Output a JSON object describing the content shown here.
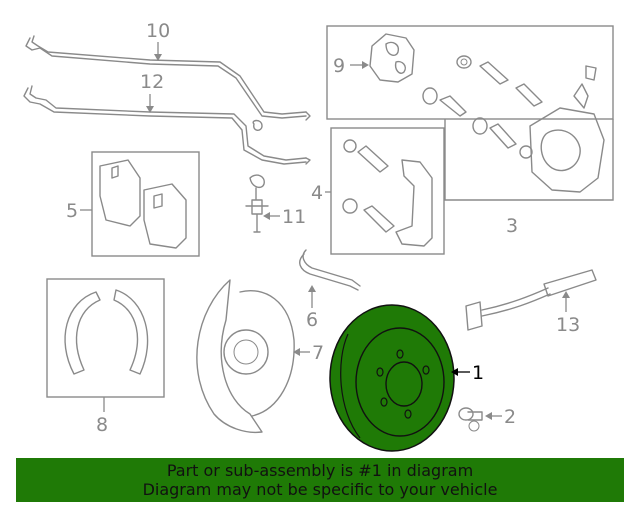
{
  "callouts": {
    "c1": "1",
    "c2": "2",
    "c3": "3",
    "c4": "4",
    "c5": "5",
    "c6": "6",
    "c7": "7",
    "c8": "8",
    "c9": "9",
    "c10": "10",
    "c11": "11",
    "c12": "12",
    "c13": "13"
  },
  "highlight": {
    "part": "1",
    "color": "#1f7a06"
  },
  "banner": {
    "line1": "Part or sub-assembly is #1 in diagram",
    "line2": "Diagram may not be specific to your vehicle",
    "background": "#1f7a06"
  }
}
